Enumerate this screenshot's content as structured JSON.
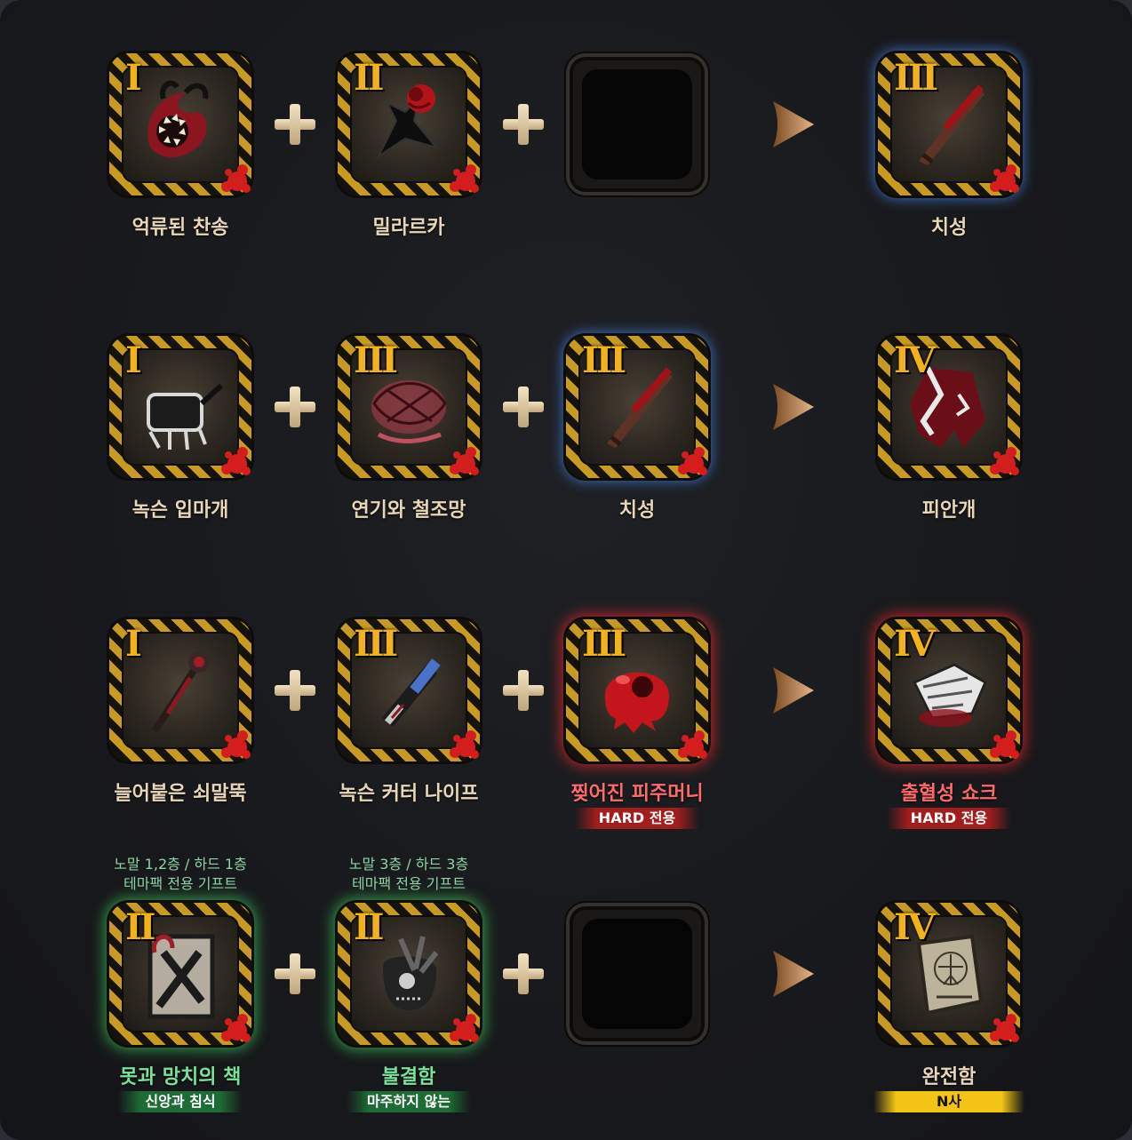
{
  "recipes": [
    {
      "ingredients": [
        {
          "tier": "I",
          "name": "억류된 찬송",
          "icon": "thorned-maw-icon"
        },
        {
          "tier": "II",
          "name": "밀라르카",
          "icon": "rose-icon"
        },
        {
          "tier": "",
          "name": "",
          "icon": "empty-slot"
        }
      ],
      "result": {
        "tier": "III",
        "name": "치성",
        "icon": "bloody-stake-icon",
        "glow": "blue"
      }
    },
    {
      "ingredients": [
        {
          "tier": "I",
          "name": "녹슨 입마개",
          "icon": "muzzle-icon"
        },
        {
          "tier": "III",
          "name": "연기와 철조망",
          "icon": "barbed-wire-icon"
        },
        {
          "tier": "III",
          "name": "치성",
          "icon": "bloody-stake-icon",
          "glow": "blue"
        }
      ],
      "result": {
        "tier": "IV",
        "name": "피안개",
        "icon": "torn-cloak-icon"
      }
    },
    {
      "ingredients": [
        {
          "tier": "I",
          "name": "늘어붙은 쇠말뚝",
          "icon": "iron-spike-icon"
        },
        {
          "tier": "III",
          "name": "녹슨 커터 나이프",
          "icon": "cutter-knife-icon"
        },
        {
          "tier": "III",
          "name": "찢어진 피주머니",
          "icon": "blood-sac-icon",
          "glow": "red",
          "badge": "HARD 전용"
        }
      ],
      "result": {
        "tier": "IV",
        "name": "출혈성 쇼크",
        "icon": "bloody-papers-icon",
        "glow": "red",
        "badge": "HARD 전용"
      }
    },
    {
      "ingredients": [
        {
          "tier": "II",
          "name": "못과 망치의 책",
          "icon": "nail-hammer-book-icon",
          "glow": "green",
          "badge": "신앙과 침식",
          "note_lines": [
            "노말 1,2층 / 하드 1층",
            "테마팩 전용 기프트"
          ]
        },
        {
          "tier": "II",
          "name": "불결함",
          "icon": "nailed-sack-icon",
          "glow": "green",
          "badge": "마주하지 않는",
          "note_lines": [
            "노말 3층 / 하드 3층",
            "테마팩 전용 기프트"
          ]
        },
        {
          "tier": "",
          "name": "",
          "icon": "empty-slot"
        }
      ],
      "result": {
        "tier": "IV",
        "name": "완전함",
        "icon": "vitruvian-book-icon",
        "badge": "N사"
      }
    }
  ],
  "colors": {
    "background": "#18191c",
    "hazard_stripe": "#c79a22",
    "tier_text": "#f1b21a",
    "label_text": "#e9d6b8",
    "hard_label": "#ff6b6b",
    "theme_label": "#78e39a",
    "hard_badge": "#a31d1d",
    "theme_badge": "#1f6b36",
    "n_badge": "#f2c416"
  },
  "symbols": {
    "combine": "plus-icon",
    "result": "arrow-right-icon",
    "bleed": "blood-splatter-icon"
  }
}
